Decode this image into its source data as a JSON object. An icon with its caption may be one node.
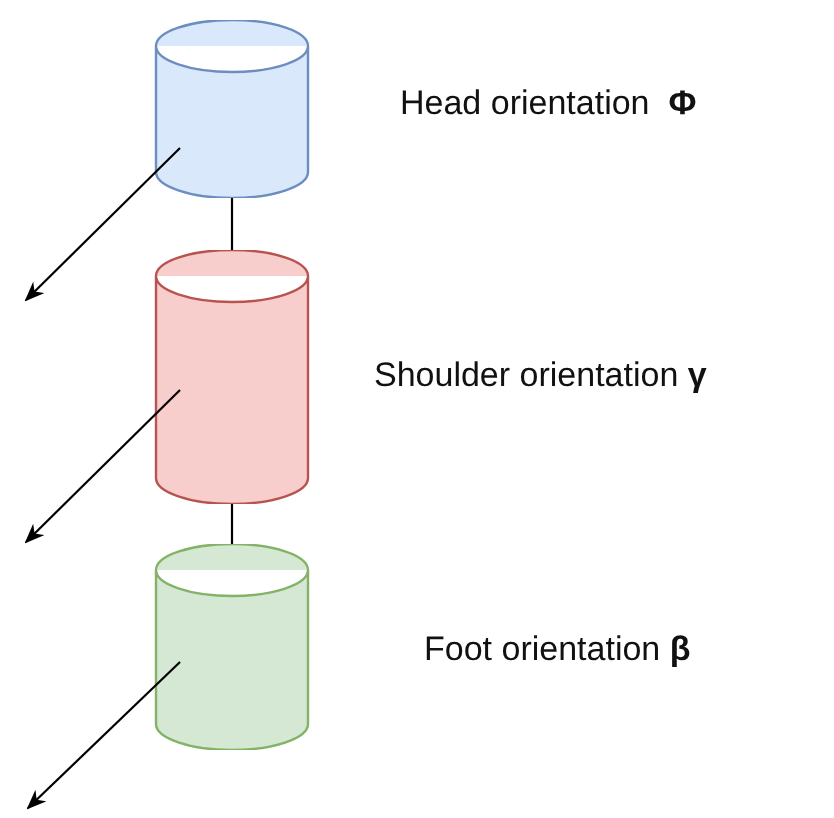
{
  "diagram": {
    "nodes": [
      {
        "text": [],
        "shape": "cylinder",
        "beside": [
          "Head orientation  **Φ**"
        ]
      },
      {
        "text": [],
        "shape": "cylinder",
        "beside": [
          "Shoulder orientation **γ**"
        ]
      },
      {
        "text": [],
        "shape": "cylinder",
        "beside": [
          "Foot orientation **β**"
        ]
      }
    ],
    "edges": [
      {
        "from": 0,
        "to": 1,
        "arrow": "none"
      },
      {
        "from": 1,
        "to": 2,
        "arrow": "none"
      },
      {
        "from": 0,
        "to": null,
        "arrow": "to"
      },
      {
        "from": 1,
        "to": null,
        "arrow": "to"
      },
      {
        "from": 2,
        "to": null,
        "arrow": "to"
      }
    ]
  }
}
